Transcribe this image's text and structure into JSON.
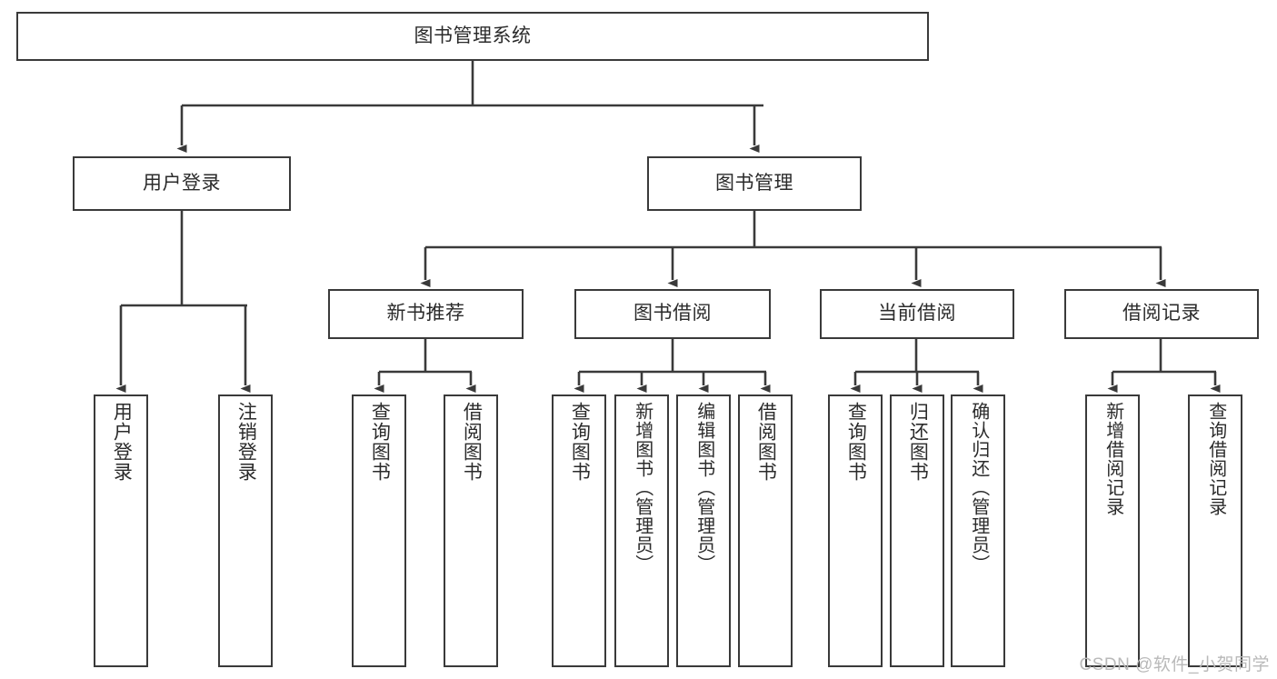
{
  "diagram": {
    "type": "tree-hierarchy-chart",
    "title": "图书管理系统",
    "colors": {
      "background": "#ffffff",
      "node_border": "#3a3a3a",
      "node_fill": "#ffffff",
      "edge": "#3a3a3a",
      "text": "#2b2b2b",
      "watermark": "#b9b9b9"
    },
    "root": {
      "label": "图书管理系统"
    },
    "level2": [
      {
        "label": "用户登录"
      },
      {
        "label": "图书管理"
      }
    ],
    "level3": [
      {
        "label": "新书推荐"
      },
      {
        "label": "图书借阅"
      },
      {
        "label": "当前借阅"
      },
      {
        "label": "借阅记录"
      }
    ],
    "leaves": {
      "user_login": [
        {
          "label": "用户登录"
        },
        {
          "label": "注销登录"
        }
      ],
      "new_book_recommend": [
        {
          "label": "查询图书"
        },
        {
          "label": "借阅图书"
        }
      ],
      "book_borrow": [
        {
          "label": "查询图书"
        },
        {
          "label": "新增图书（管理员）"
        },
        {
          "label": "编辑图书（管理员）"
        },
        {
          "label": "借阅图书"
        }
      ],
      "current_borrow": [
        {
          "label": "查询图书"
        },
        {
          "label": "归还图书"
        },
        {
          "label": "确认归还（管理员）"
        }
      ],
      "borrow_record": [
        {
          "label": "新增借阅记录"
        },
        {
          "label": "查询借阅记录"
        }
      ]
    },
    "watermark": "CSDN @软件_小贺同学"
  }
}
